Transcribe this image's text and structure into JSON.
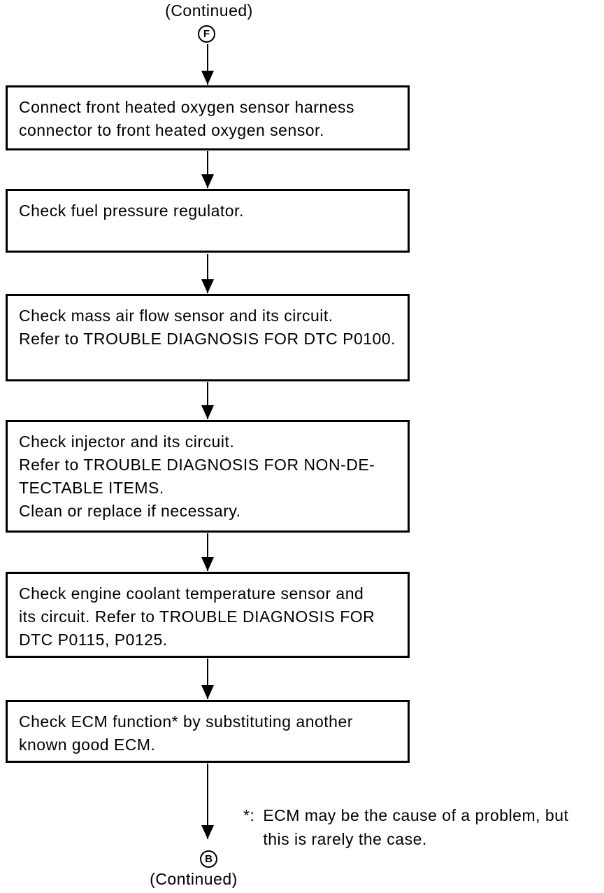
{
  "page": {
    "background_color": "#ffffff",
    "ink_color": "#000000"
  },
  "flow": {
    "top_connector": {
      "label": "(Continued)",
      "letter": "F"
    },
    "steps": [
      {
        "text": "Connect front heated oxygen sensor harness\nconnector to front heated oxygen sensor."
      },
      {
        "text": "Check fuel pressure regulator."
      },
      {
        "text": "Check mass air flow sensor and its circuit.\nRefer to TROUBLE DIAGNOSIS FOR DTC P0100."
      },
      {
        "text": "Check injector and its circuit.\nRefer to TROUBLE DIAGNOSIS FOR NON-DE-\nTECTABLE ITEMS.\nClean or replace if necessary."
      },
      {
        "text": "Check engine coolant temperature sensor and\nits circuit. Refer to TROUBLE DIAGNOSIS FOR\nDTC P0115, P0125."
      },
      {
        "text": "Check ECM function* by substituting another\nknown good ECM."
      }
    ],
    "bottom_connector": {
      "letter": "B",
      "label": "(Continued)"
    },
    "footnote": {
      "marker": "*:",
      "text": "ECM may be the cause of a problem, but\nthis is rarely the case."
    }
  }
}
